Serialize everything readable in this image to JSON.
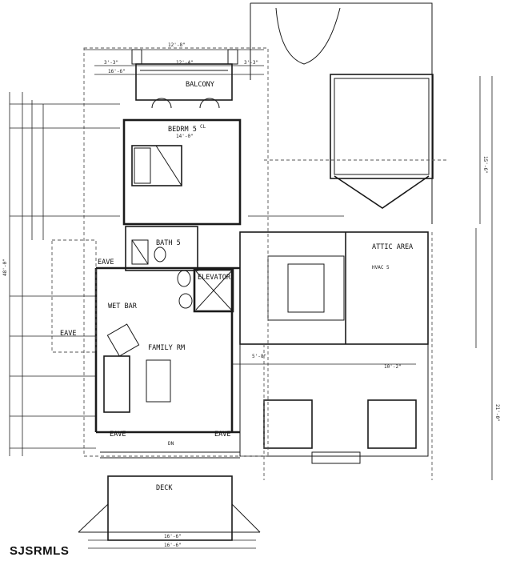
{
  "watermark": "SJSRMLS",
  "rooms": {
    "balcony": "BALCONY",
    "bedroom": "BEDRM 5",
    "bath": "BATH 5",
    "elevator": "ELEVATOR",
    "family": "FAMILY RM",
    "attic": "ATTIC AREA",
    "deck": "DECK",
    "wetbar": "WET BAR",
    "eave_tl": "EAVE",
    "eave_ml": "EAVE",
    "eave_bl": "EAVE",
    "eave_br": "EAVE",
    "hvac": "HVAC 5",
    "closet": "CL",
    "stairs_dn": "DN"
  },
  "dimensions": {
    "top_total": "12'-8\"",
    "top_a": "3'-3\"",
    "top_b": "12'-4\"",
    "top_c": "3'-3\"",
    "top_d": "16'-6\"",
    "bed_w": "14'-0\"",
    "deck_w": "16'-6\"",
    "deck_total": "16'-6\"",
    "left_total": "48'-0\"",
    "right_a": "15'-6\"",
    "right_b": "21'-0\"",
    "mid_a": "5'-8\"",
    "mid_b": "10'-2\""
  }
}
